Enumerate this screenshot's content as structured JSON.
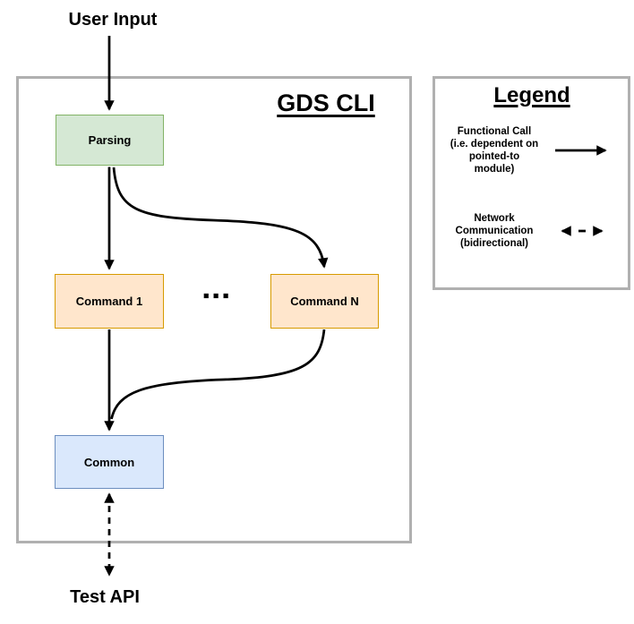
{
  "diagram": {
    "external_top_label": "User Input",
    "external_bottom_label": "Test API",
    "container_title": "GDS CLI",
    "ellipsis": "▪▪▪",
    "nodes": {
      "parsing": {
        "label": "Parsing",
        "fill": "#d5e8d4",
        "stroke": "#82b366"
      },
      "command_1": {
        "label": "Command 1",
        "fill": "#ffe6cc",
        "stroke": "#d79b00"
      },
      "command_n": {
        "label": "Command N",
        "fill": "#ffe6cc",
        "stroke": "#d79b00"
      },
      "common": {
        "label": "Common",
        "fill": "#dae8fc",
        "stroke": "#6c8ebf"
      }
    },
    "edges": [
      {
        "name": "user-input-to-parsing",
        "type": "functional-call"
      },
      {
        "name": "parsing-to-command-1",
        "type": "functional-call"
      },
      {
        "name": "parsing-to-command-n",
        "type": "functional-call"
      },
      {
        "name": "command-1-to-common",
        "type": "functional-call"
      },
      {
        "name": "command-n-to-common",
        "type": "functional-call"
      },
      {
        "name": "common-to-test-api",
        "type": "network-communication-bidirectional"
      }
    ]
  },
  "legend": {
    "title": "Legend",
    "entries": [
      {
        "label": "Functional Call\n(i.e. dependent on\npointed-to\nmodule)",
        "arrow": "solid-right"
      },
      {
        "label": "Network\nCommunication\n(bidirectional)",
        "arrow": "dashed-bidirectional"
      }
    ]
  },
  "colors": {
    "background": "#ffffff",
    "frame_border": "#b0b0b0",
    "arrow": "#000000",
    "text": "#000000"
  }
}
